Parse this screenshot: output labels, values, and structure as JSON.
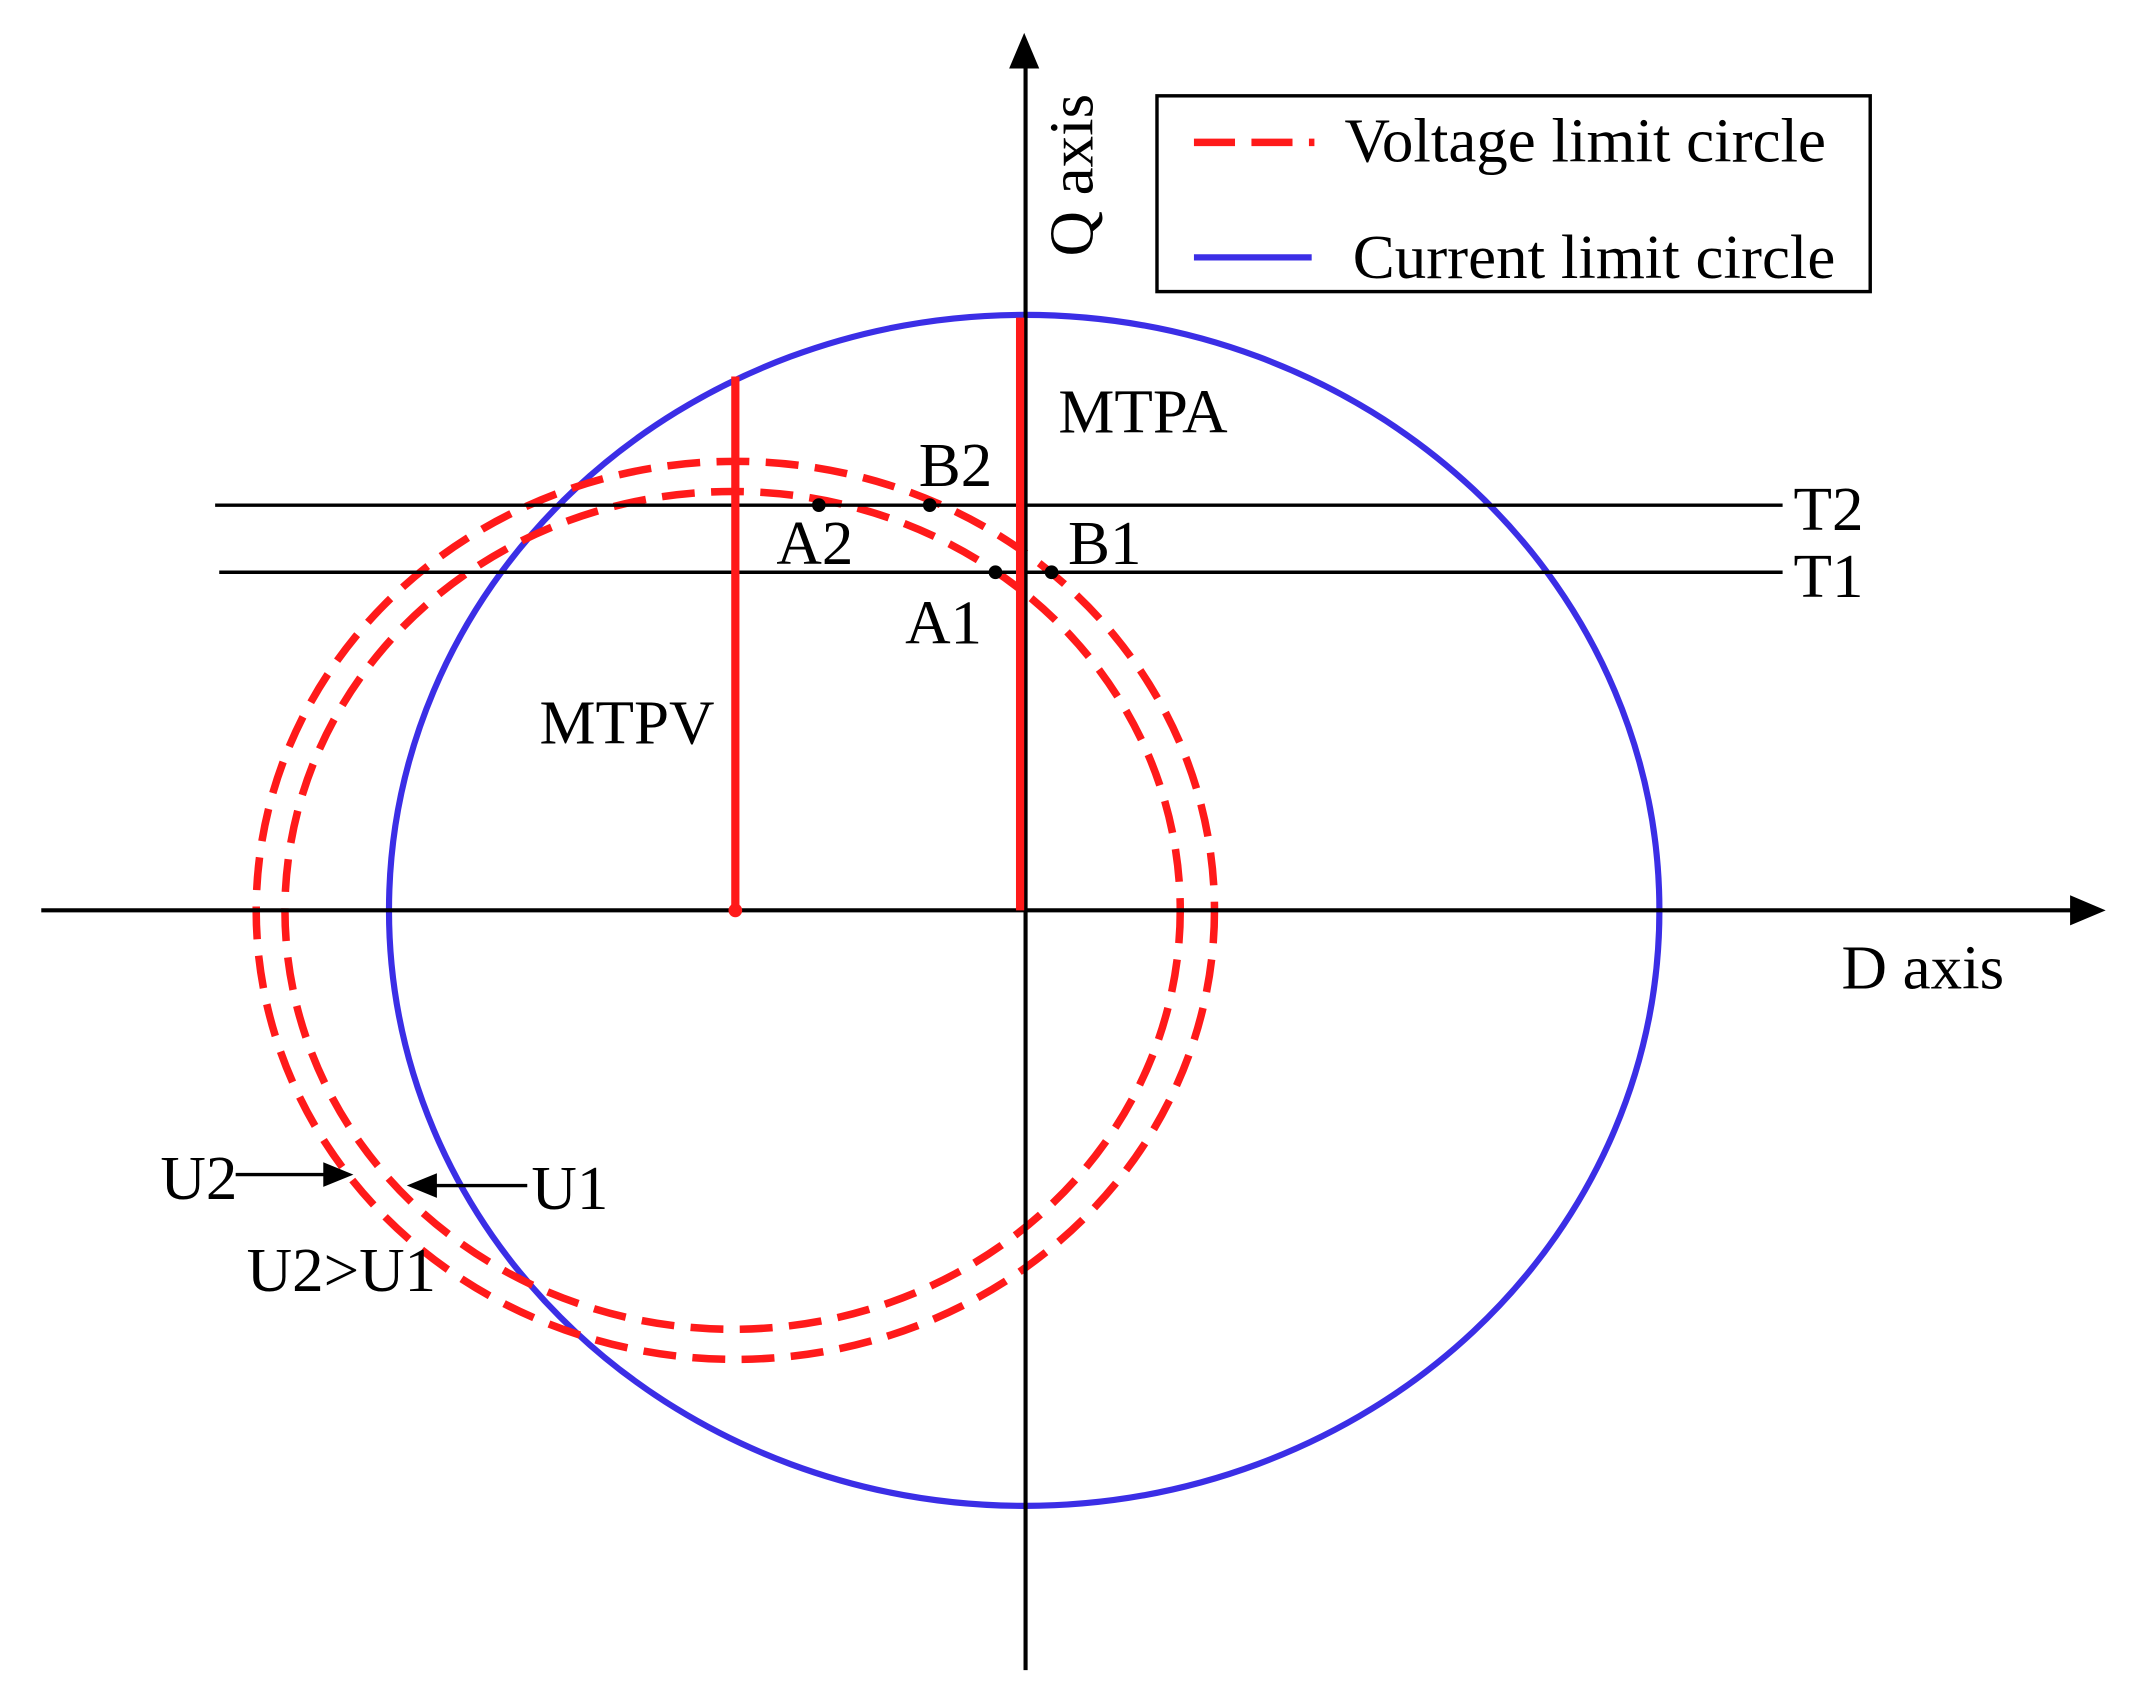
{
  "legend": {
    "voltage": "Voltage limit circle",
    "current": "Current limit circle"
  },
  "axes": {
    "q": "Q axis",
    "d": "D axis"
  },
  "curves": {
    "mtpa": "MTPA",
    "mtpv": "MTPV"
  },
  "torque_lines": {
    "t1": "T1",
    "t2": "T2"
  },
  "points": {
    "a1": "A1",
    "a2": "A2",
    "b1": "B1",
    "b2": "B2"
  },
  "voltage_labels": {
    "u1": "U1",
    "u2": "U2",
    "relation": "U2>U1"
  },
  "colors": {
    "voltage": "#ff1a1a",
    "current": "#3b2ee6",
    "axis": "#000000"
  }
}
